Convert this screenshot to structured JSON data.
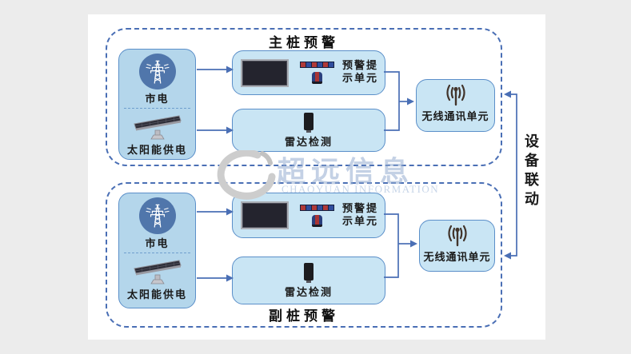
{
  "colors": {
    "background": "#ececec",
    "panel": "#ffffff",
    "dashed_border": "#4a6fb5",
    "box_border": "#5b8fc9",
    "power_box_fill": "#b4d6eb",
    "device_box_fill": "#c9e5f4",
    "mains_circle_fill": "#5076ab",
    "connector": "#4a6fb5",
    "warning_light_red": "#b03a38",
    "warning_light_blue": "#2f4d9e",
    "text": "#1a1a1a"
  },
  "sections": [
    {
      "title": "主桩预警",
      "power_unit": {
        "mains_label": "市电",
        "solar_label": "太阳能供电"
      },
      "warning_unit": {
        "label_line1": "预警提",
        "label_line2": "示单元"
      },
      "radar_unit": {
        "label": "雷达检测"
      },
      "wireless_unit": {
        "label": "无线通讯单元"
      }
    },
    {
      "title": "副桩预警",
      "power_unit": {
        "mains_label": "市电",
        "solar_label": "太阳能供电"
      },
      "warning_unit": {
        "label_line1": "预警提",
        "label_line2": "示单元"
      },
      "radar_unit": {
        "label": "雷达检测"
      },
      "wireless_unit": {
        "label": "无线通讯单元"
      }
    }
  ],
  "linkage_label": "设备联动",
  "watermark": {
    "cn": "超远信息",
    "en": "CHAOYUAN INFORMATION"
  }
}
